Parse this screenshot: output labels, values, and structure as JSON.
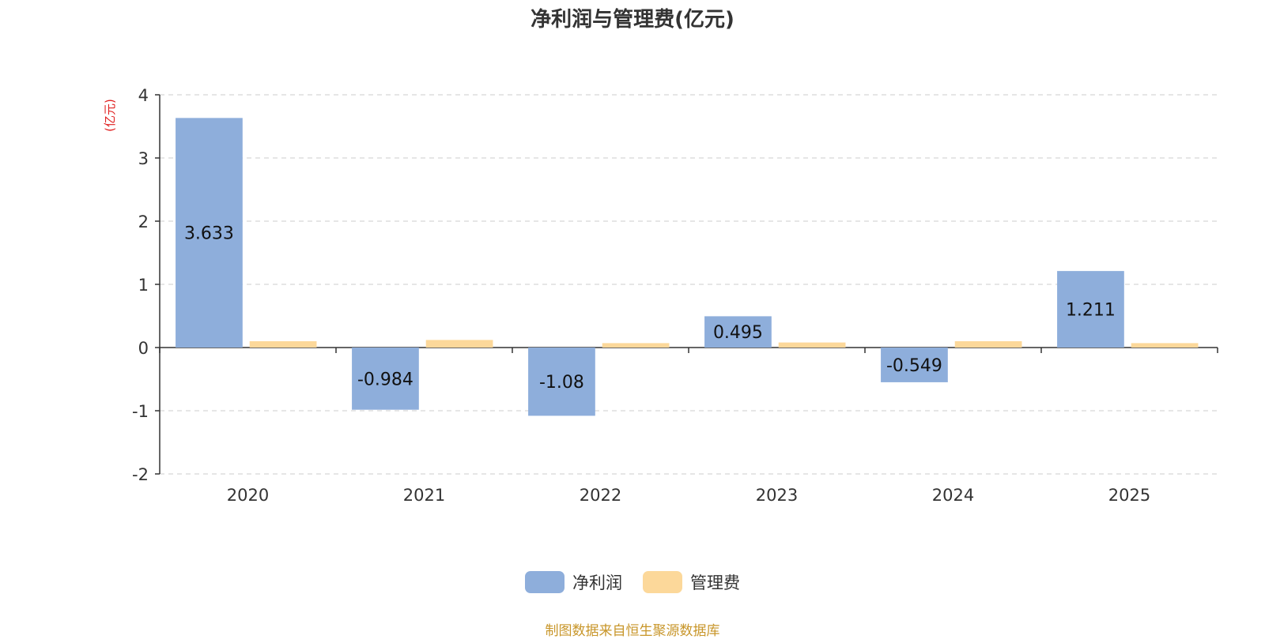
{
  "chart_data": {
    "type": "bar",
    "title": "净利润与管理费(亿元)",
    "ylabel": "(亿元)",
    "categories": [
      "2020",
      "2021",
      "2022",
      "2023",
      "2024",
      "2025"
    ],
    "series": [
      {
        "name": "净利润",
        "color": "#8eaedb",
        "values": [
          3.633,
          -0.984,
          -1.08,
          0.495,
          -0.549,
          1.211
        ],
        "labels": [
          "3.633",
          "-0.984",
          "-1.08",
          "0.495",
          "-0.549",
          "1.211"
        ]
      },
      {
        "name": "管理费",
        "color": "#fcd89a",
        "values": [
          0.1,
          0.12,
          0.07,
          0.08,
          0.1,
          0.07
        ]
      }
    ],
    "yticks": [
      4,
      3,
      2,
      1,
      0,
      -1,
      -2
    ],
    "ylim": [
      -2,
      4
    ],
    "grid": true,
    "legend_position": "bottom"
  },
  "source_note": "制图数据来自恒生聚源数据库"
}
